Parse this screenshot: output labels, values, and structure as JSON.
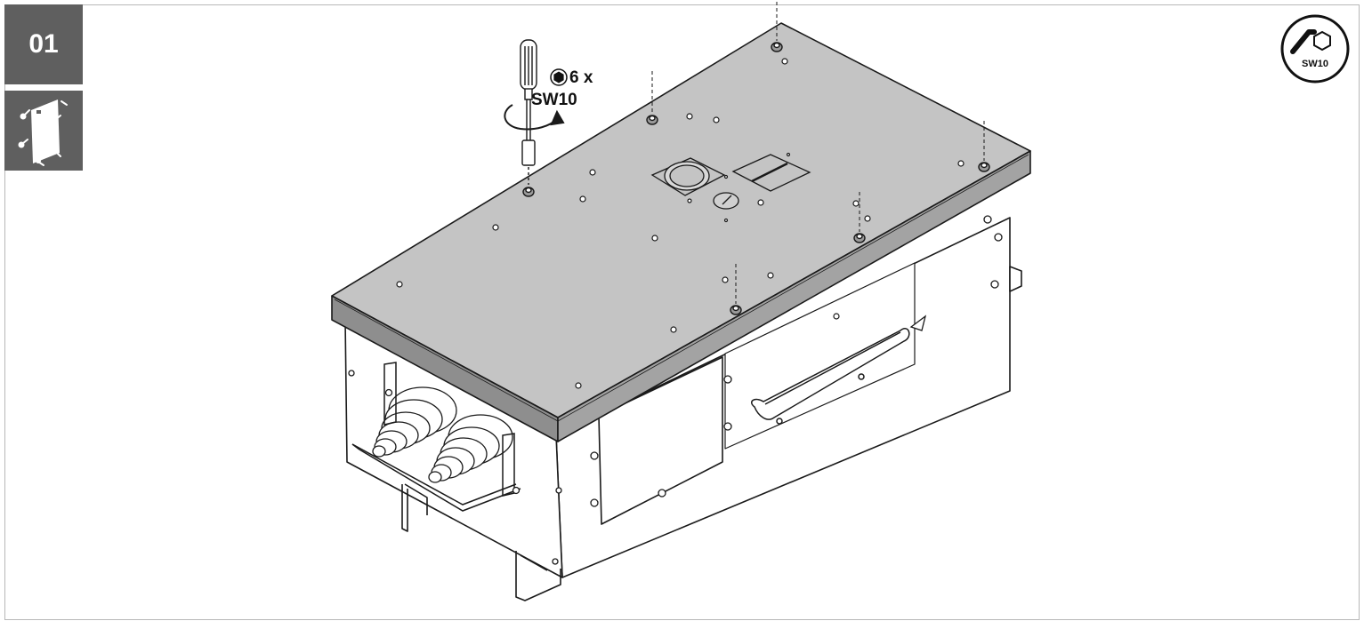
{
  "step": {
    "number": "01"
  },
  "tool_badge": {
    "label": "SW10",
    "icon": "hex-wrench-icon"
  },
  "mount_icon": {
    "icon": "wall-mount-icon"
  },
  "callout": {
    "quantity": "6 x",
    "tool": "SW10",
    "icon": "hex-nut-icon"
  },
  "colors": {
    "badge_bg": "#5f5f5f",
    "lid_top": "#c4c4c4",
    "lid_edge": "#8e8e8e",
    "line": "#1a1a1a"
  }
}
